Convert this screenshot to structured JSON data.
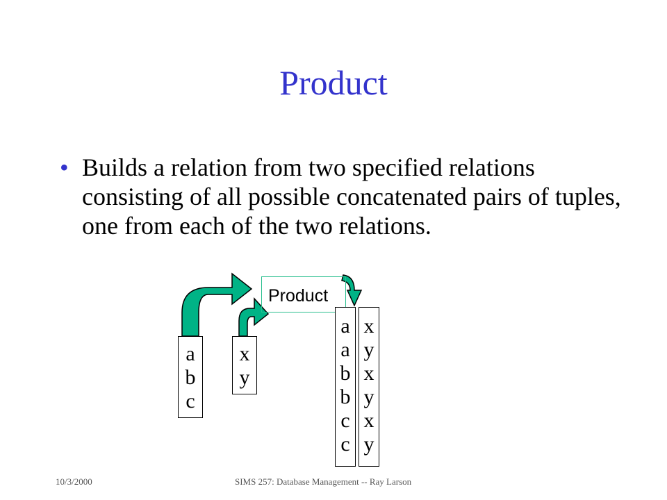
{
  "slide": {
    "title": "Product",
    "bullet": "Builds a relation from two specified relations consisting of all possible concatenated pairs of tuples, one from each of the two relations."
  },
  "diagram": {
    "operation_label": "Product",
    "relation_a": [
      "a",
      "b",
      "c"
    ],
    "relation_b": [
      "x",
      "y"
    ],
    "result_left": [
      "a",
      "a",
      "b",
      "b",
      "c",
      "c"
    ],
    "result_right": [
      "x",
      "y",
      "x",
      "y",
      "x",
      "y"
    ],
    "colors": {
      "arrow_fill": "#00b386",
      "label_border": "#2bbf8f",
      "title": "#3333cc"
    }
  },
  "footer": {
    "date": "10/3/2000",
    "course": "SIMS 257: Database Management -- Ray Larson"
  }
}
